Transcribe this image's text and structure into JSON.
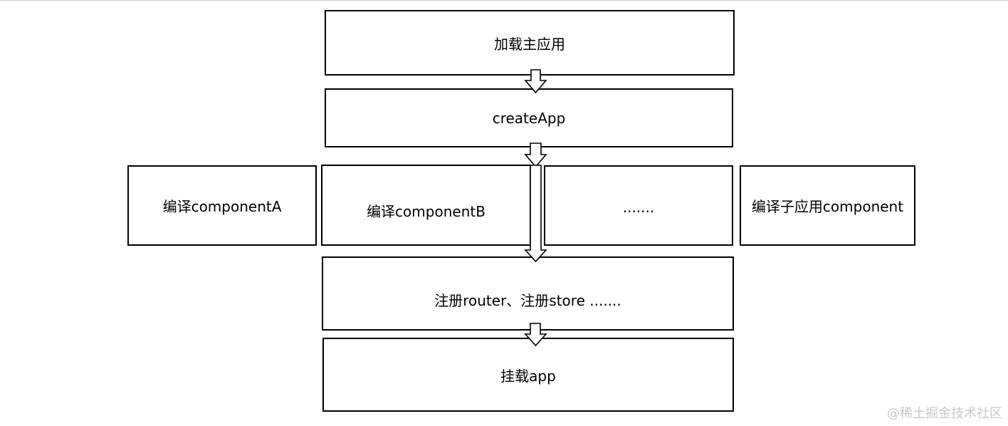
{
  "flow": {
    "load_main_app": "加载主应用",
    "create_app": "createApp",
    "compile_a": "编译componentA",
    "compile_b": "编译componentB",
    "ellipsis": ".......",
    "compile_sub": "编译子应用component",
    "register": "注册router、注册store .......",
    "mount": "挂载app"
  },
  "watermark": "@稀土掘金技术社区"
}
